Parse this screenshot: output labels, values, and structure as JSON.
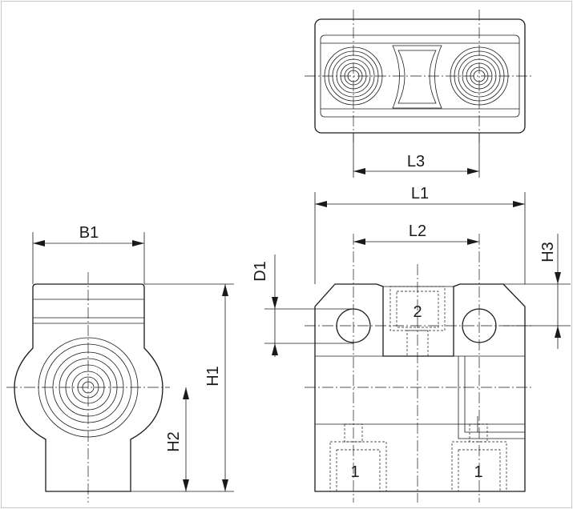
{
  "dimensions": {
    "l1": "L1",
    "l2": "L2",
    "l3": "L3",
    "b1": "B1",
    "h1": "H1",
    "h2": "H2",
    "h3": "H3",
    "d1": "D1"
  },
  "port_markers": {
    "top_port": "2",
    "bottom_left_port": "1",
    "bottom_right_port": "1"
  }
}
